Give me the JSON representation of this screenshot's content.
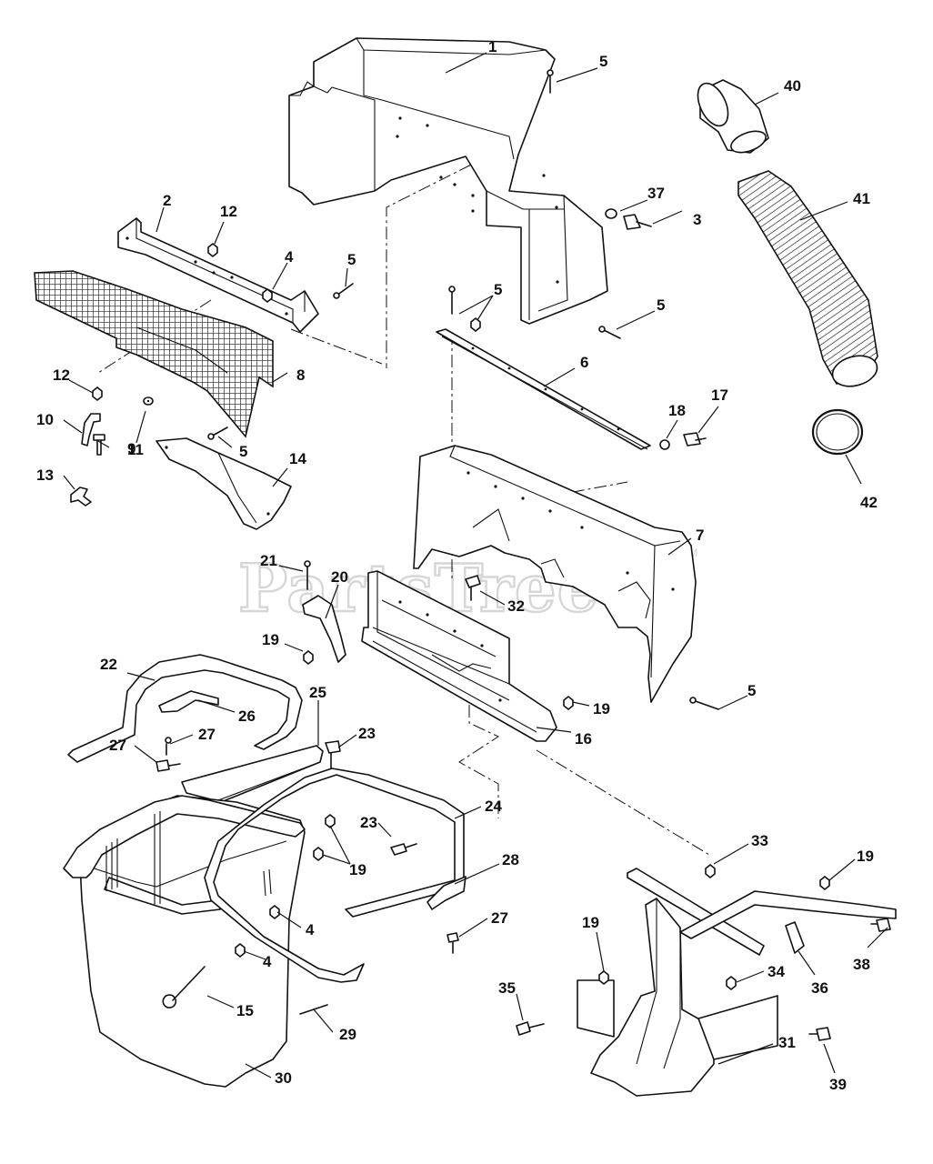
{
  "watermark": {
    "text": "PartsTree",
    "trademark": "TM"
  },
  "callouts": [
    {
      "id": "c1",
      "label": "1"
    },
    {
      "id": "c2",
      "label": "2"
    },
    {
      "id": "c3",
      "label": "3"
    },
    {
      "id": "c4a",
      "label": "4"
    },
    {
      "id": "c4b",
      "label": "4"
    },
    {
      "id": "c4c",
      "label": "4"
    },
    {
      "id": "c5a",
      "label": "5"
    },
    {
      "id": "c5b",
      "label": "5"
    },
    {
      "id": "c5c",
      "label": "5"
    },
    {
      "id": "c5d",
      "label": "5"
    },
    {
      "id": "c5e",
      "label": "5"
    },
    {
      "id": "c5f",
      "label": "5"
    },
    {
      "id": "c6",
      "label": "6"
    },
    {
      "id": "c7",
      "label": "7"
    },
    {
      "id": "c8",
      "label": "8"
    },
    {
      "id": "c9",
      "label": "9"
    },
    {
      "id": "c10",
      "label": "10"
    },
    {
      "id": "c11",
      "label": "11"
    },
    {
      "id": "c12a",
      "label": "12"
    },
    {
      "id": "c12b",
      "label": "12"
    },
    {
      "id": "c13",
      "label": "13"
    },
    {
      "id": "c14",
      "label": "14"
    },
    {
      "id": "c15",
      "label": "15"
    },
    {
      "id": "c16",
      "label": "16"
    },
    {
      "id": "c17",
      "label": "17"
    },
    {
      "id": "c18",
      "label": "18"
    },
    {
      "id": "c19a",
      "label": "19"
    },
    {
      "id": "c19b",
      "label": "19"
    },
    {
      "id": "c19c",
      "label": "19"
    },
    {
      "id": "c19d",
      "label": "19"
    },
    {
      "id": "c19e",
      "label": "19"
    },
    {
      "id": "c20",
      "label": "20"
    },
    {
      "id": "c21",
      "label": "21"
    },
    {
      "id": "c22",
      "label": "22"
    },
    {
      "id": "c23a",
      "label": "23"
    },
    {
      "id": "c23b",
      "label": "23"
    },
    {
      "id": "c24",
      "label": "24"
    },
    {
      "id": "c25",
      "label": "25"
    },
    {
      "id": "c26",
      "label": "26"
    },
    {
      "id": "c27a",
      "label": "27"
    },
    {
      "id": "c27b",
      "label": "27"
    },
    {
      "id": "c27c",
      "label": "27"
    },
    {
      "id": "c28",
      "label": "28"
    },
    {
      "id": "c29",
      "label": "29"
    },
    {
      "id": "c30",
      "label": "30"
    },
    {
      "id": "c31",
      "label": "31"
    },
    {
      "id": "c32",
      "label": "32"
    },
    {
      "id": "c33",
      "label": "33"
    },
    {
      "id": "c34",
      "label": "34"
    },
    {
      "id": "c35",
      "label": "35"
    },
    {
      "id": "c36",
      "label": "36"
    },
    {
      "id": "c37",
      "label": "37"
    },
    {
      "id": "c38",
      "label": "38"
    },
    {
      "id": "c39",
      "label": "39"
    },
    {
      "id": "c40",
      "label": "40"
    },
    {
      "id": "c41",
      "label": "41"
    },
    {
      "id": "c42",
      "label": "42"
    }
  ]
}
